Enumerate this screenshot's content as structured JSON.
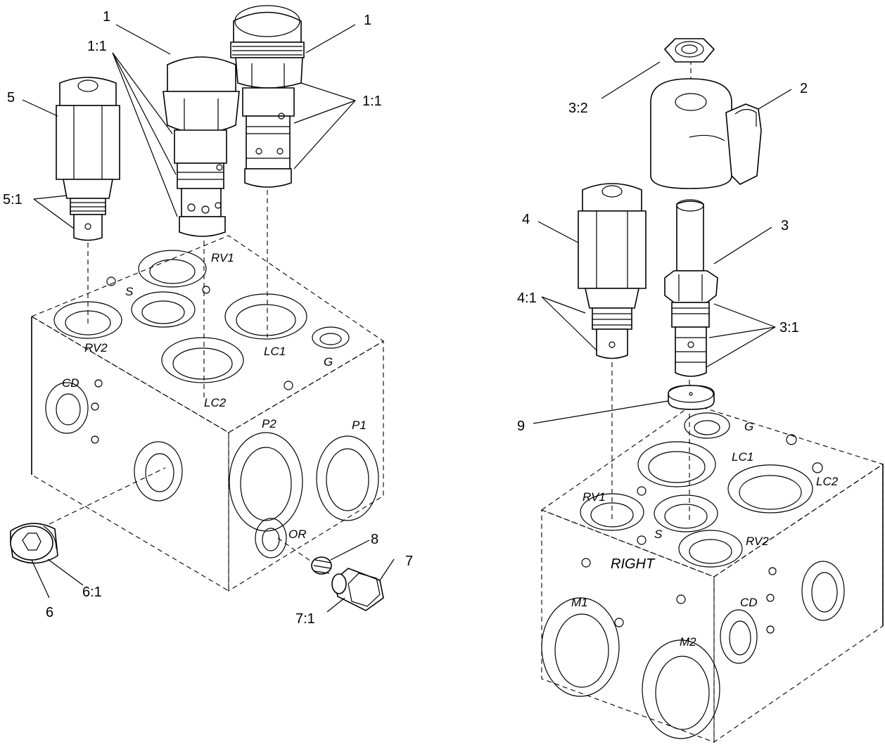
{
  "callouts": {
    "c1a": "1",
    "c1b": "1",
    "c1_1a": "1:1",
    "c1_1b": "1:1",
    "c5": "5",
    "c5_1": "5:1",
    "c6": "6",
    "c6_1": "6:1",
    "c7": "7",
    "c7_1": "7:1",
    "c8": "8",
    "c2": "2",
    "c3_2": "3:2",
    "c3": "3",
    "c3_1": "3:1",
    "c4": "4",
    "c4_1": "4:1",
    "c9": "9"
  },
  "ports_left": {
    "rv1": "RV1",
    "s": "S",
    "rv2": "RV2",
    "lc1": "LC1",
    "g": "G",
    "lc2": "LC2",
    "cd": "CD",
    "p2": "P2",
    "p1": "P1",
    "or": "OR"
  },
  "ports_right": {
    "g": "G",
    "lc1": "LC1",
    "lc2": "LC2",
    "rv1": "RV1",
    "s": "S",
    "rv2": "RV2",
    "right": "RIGHT",
    "cd": "CD",
    "m1": "M1",
    "m2": "M2"
  }
}
